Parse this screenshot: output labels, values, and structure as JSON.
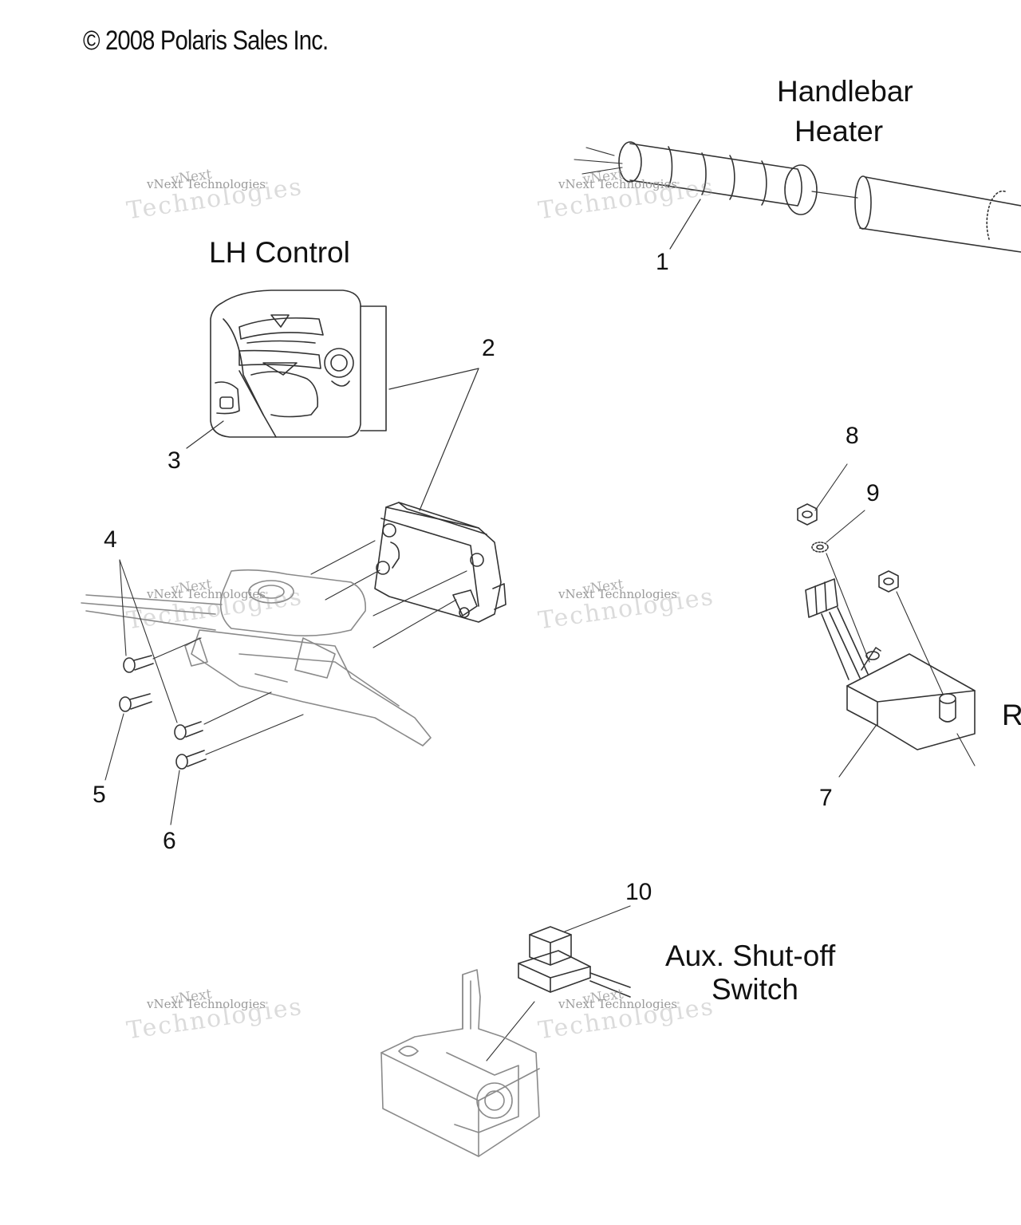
{
  "copyright": "© 2008 Polaris Sales Inc.",
  "titles": {
    "handlebar_heater": [
      "Handlebar",
      "Heater"
    ],
    "lh_control": "LH Control",
    "aux_shutoff": [
      "Aux. Shut-off",
      "Switch"
    ],
    "r_partial": "R"
  },
  "callouts": [
    "1",
    "2",
    "3",
    "4",
    "5",
    "6",
    "7",
    "8",
    "9",
    "10"
  ],
  "watermark": {
    "line1": "vNext",
    "line2": "vNext Technologies",
    "line3": "Technologies"
  },
  "colors": {
    "line": "#333333",
    "faded_line": "#8a8a8a",
    "watermark": "#9a9a9a"
  }
}
